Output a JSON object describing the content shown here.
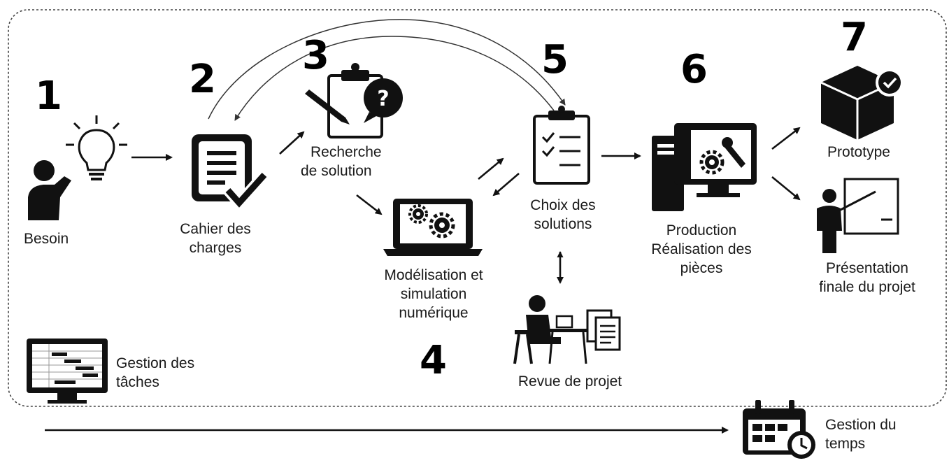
{
  "steps": [
    {
      "number": "1",
      "label_lines": [
        "Besoin"
      ]
    },
    {
      "number": "2",
      "label_lines": [
        "Cahier des",
        "charges"
      ]
    },
    {
      "number": "3",
      "label_lines": [
        "Recherche",
        "de solution"
      ]
    },
    {
      "number": "4",
      "label_lines": [
        "Modélisation et",
        "simulation",
        "numérique"
      ]
    },
    {
      "number": "5",
      "label_lines": [
        "Choix des",
        "solutions"
      ]
    },
    {
      "number": "6",
      "label_lines": [
        "Production",
        "Réalisation des",
        "pièces"
      ]
    },
    {
      "number": "7",
      "label_lines": [
        "Prototype"
      ]
    }
  ],
  "extra_nodes": {
    "presentation": [
      "Présentation",
      "finale du projet"
    ],
    "revue": [
      "Revue de projet"
    ],
    "gestion_taches": [
      "Gestion des",
      "tâches"
    ],
    "gestion_temps": [
      "Gestion du",
      "temps"
    ]
  },
  "icons": {
    "besoin": "person-lightbulb-icon",
    "cahier": "checklist-document-icon",
    "recherche": "clipboard-pencil-question-icon",
    "modelisation": "laptop-gears-icon",
    "choix": "clipboard-checklist-icon",
    "production": "computer-tools-icon",
    "prototype": "box-check-icon",
    "presentation": "presenter-board-icon",
    "revue": "person-desk-documents-icon",
    "gestion_taches": "gantt-monitor-icon",
    "gestion_temps": "calendar-clock-icon"
  },
  "colors": {
    "ink": "#111111",
    "border": "#444444"
  }
}
